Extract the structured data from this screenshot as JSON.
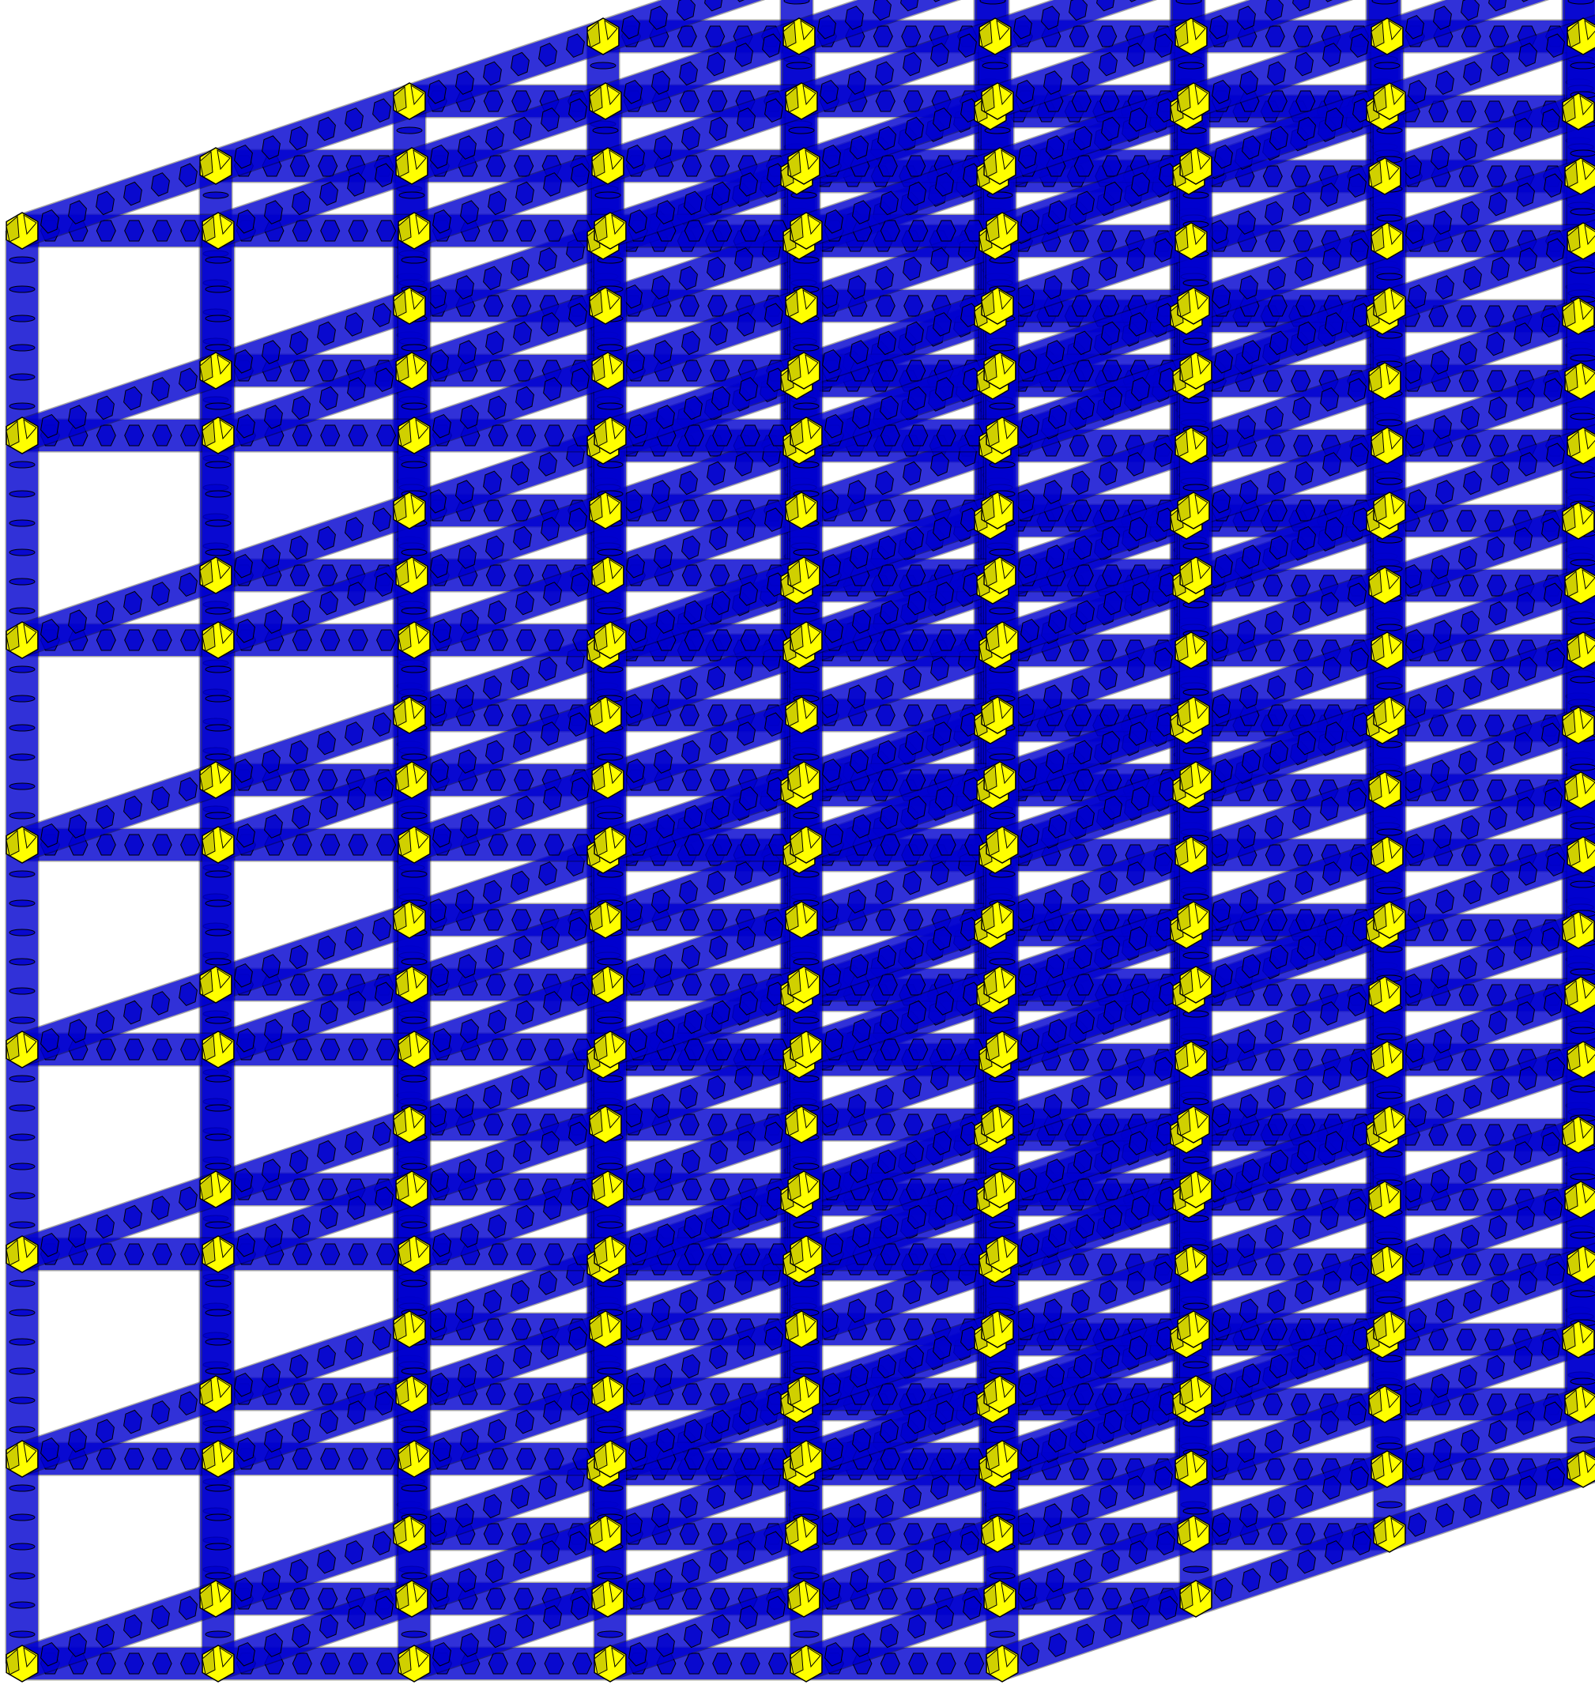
{
  "diagram": {
    "type": "3d-cubic-lattice",
    "grid": {
      "columns": 6,
      "rows": 8,
      "layers": 6
    },
    "colors": {
      "background": "#ffffff",
      "strut": "#0000ee",
      "strut_fill_opacity": 0.7,
      "strut_bead": "#0000cc",
      "node": "#ffff00",
      "node_shade": "#c8c800",
      "outline": "#000000"
    },
    "elements": {
      "node_shape": "truncated-octahedron",
      "strut_bead_shape": "hexagon"
    }
  }
}
